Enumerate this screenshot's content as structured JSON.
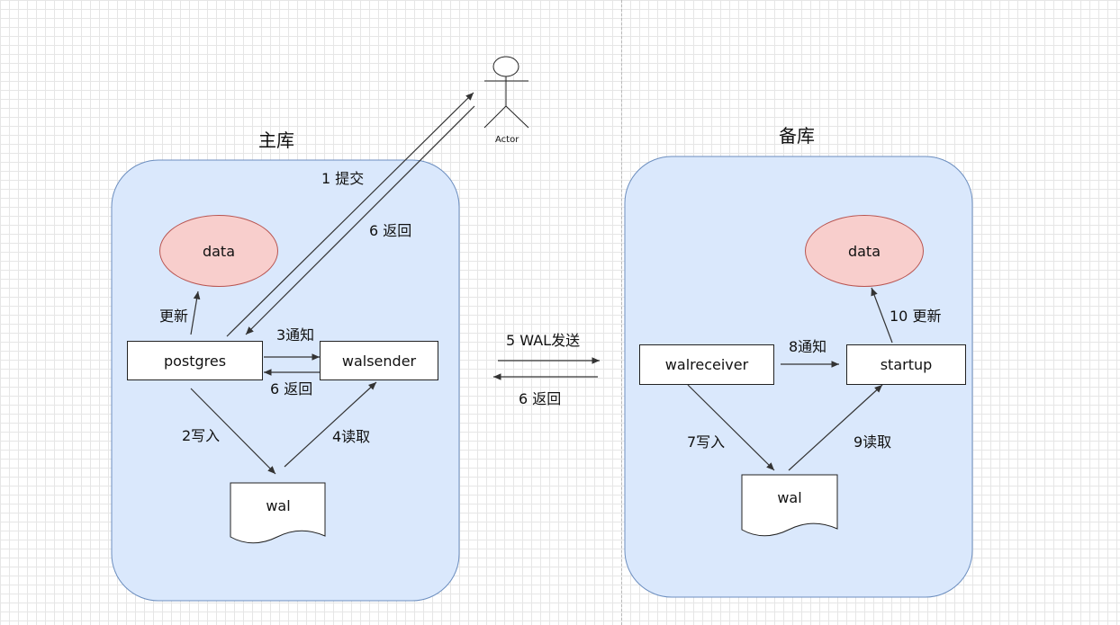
{
  "primary": {
    "title": "主库",
    "data_label": "data",
    "postgres_label": "postgres",
    "walsender_label": "walsender",
    "wal_label": "wal",
    "edge_update": "更新",
    "edge_notify": "3通知",
    "edge_return": "6 返回",
    "edge_write": "2写入",
    "edge_read": "4读取"
  },
  "standby": {
    "title": "备库",
    "data_label": "data",
    "walreceiver_label": "walreceiver",
    "startup_label": "startup",
    "wal_label": "wal",
    "edge_update": "10 更新",
    "edge_notify": "8通知",
    "edge_write": "7写入",
    "edge_read": "9读取"
  },
  "actor": {
    "label": "Actor",
    "edge_submit": "1 提交",
    "edge_return": "6 返回"
  },
  "replication": {
    "edge_send": "5 WAL发送",
    "edge_return": "6 返回"
  },
  "colors": {
    "container_fill": "#dae8fc",
    "container_stroke": "#6c8ebf",
    "data_fill": "#f8cecc",
    "data_stroke": "#b85450",
    "edge": "#333333"
  }
}
